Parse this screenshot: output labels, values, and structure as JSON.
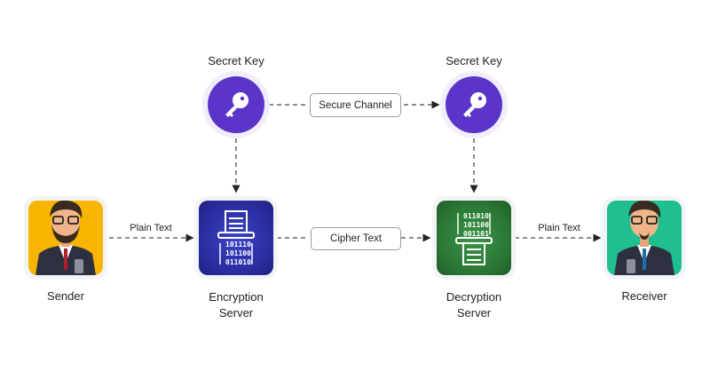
{
  "nodes": {
    "key_left": {
      "label": "Secret Key"
    },
    "key_right": {
      "label": "Secret Key"
    },
    "sender": {
      "label": "Sender",
      "bg": "#f7b500"
    },
    "encryption": {
      "label_line1": "Encryption",
      "label_line2": "Server",
      "bg": "#2b2fa3"
    },
    "decryption": {
      "label_line1": "Decryption",
      "label_line2": "Server",
      "bg": "#2c7a37"
    },
    "receiver": {
      "label": "Receiver",
      "bg": "#1fbf8f"
    }
  },
  "connectors": {
    "secure_channel": "Secure Channel",
    "cipher_text": "Cipher Text",
    "plain_text_left": "Plain Text",
    "plain_text_right": "Plain Text"
  },
  "colors": {
    "key": "#5b34c9",
    "line": "#666666"
  }
}
